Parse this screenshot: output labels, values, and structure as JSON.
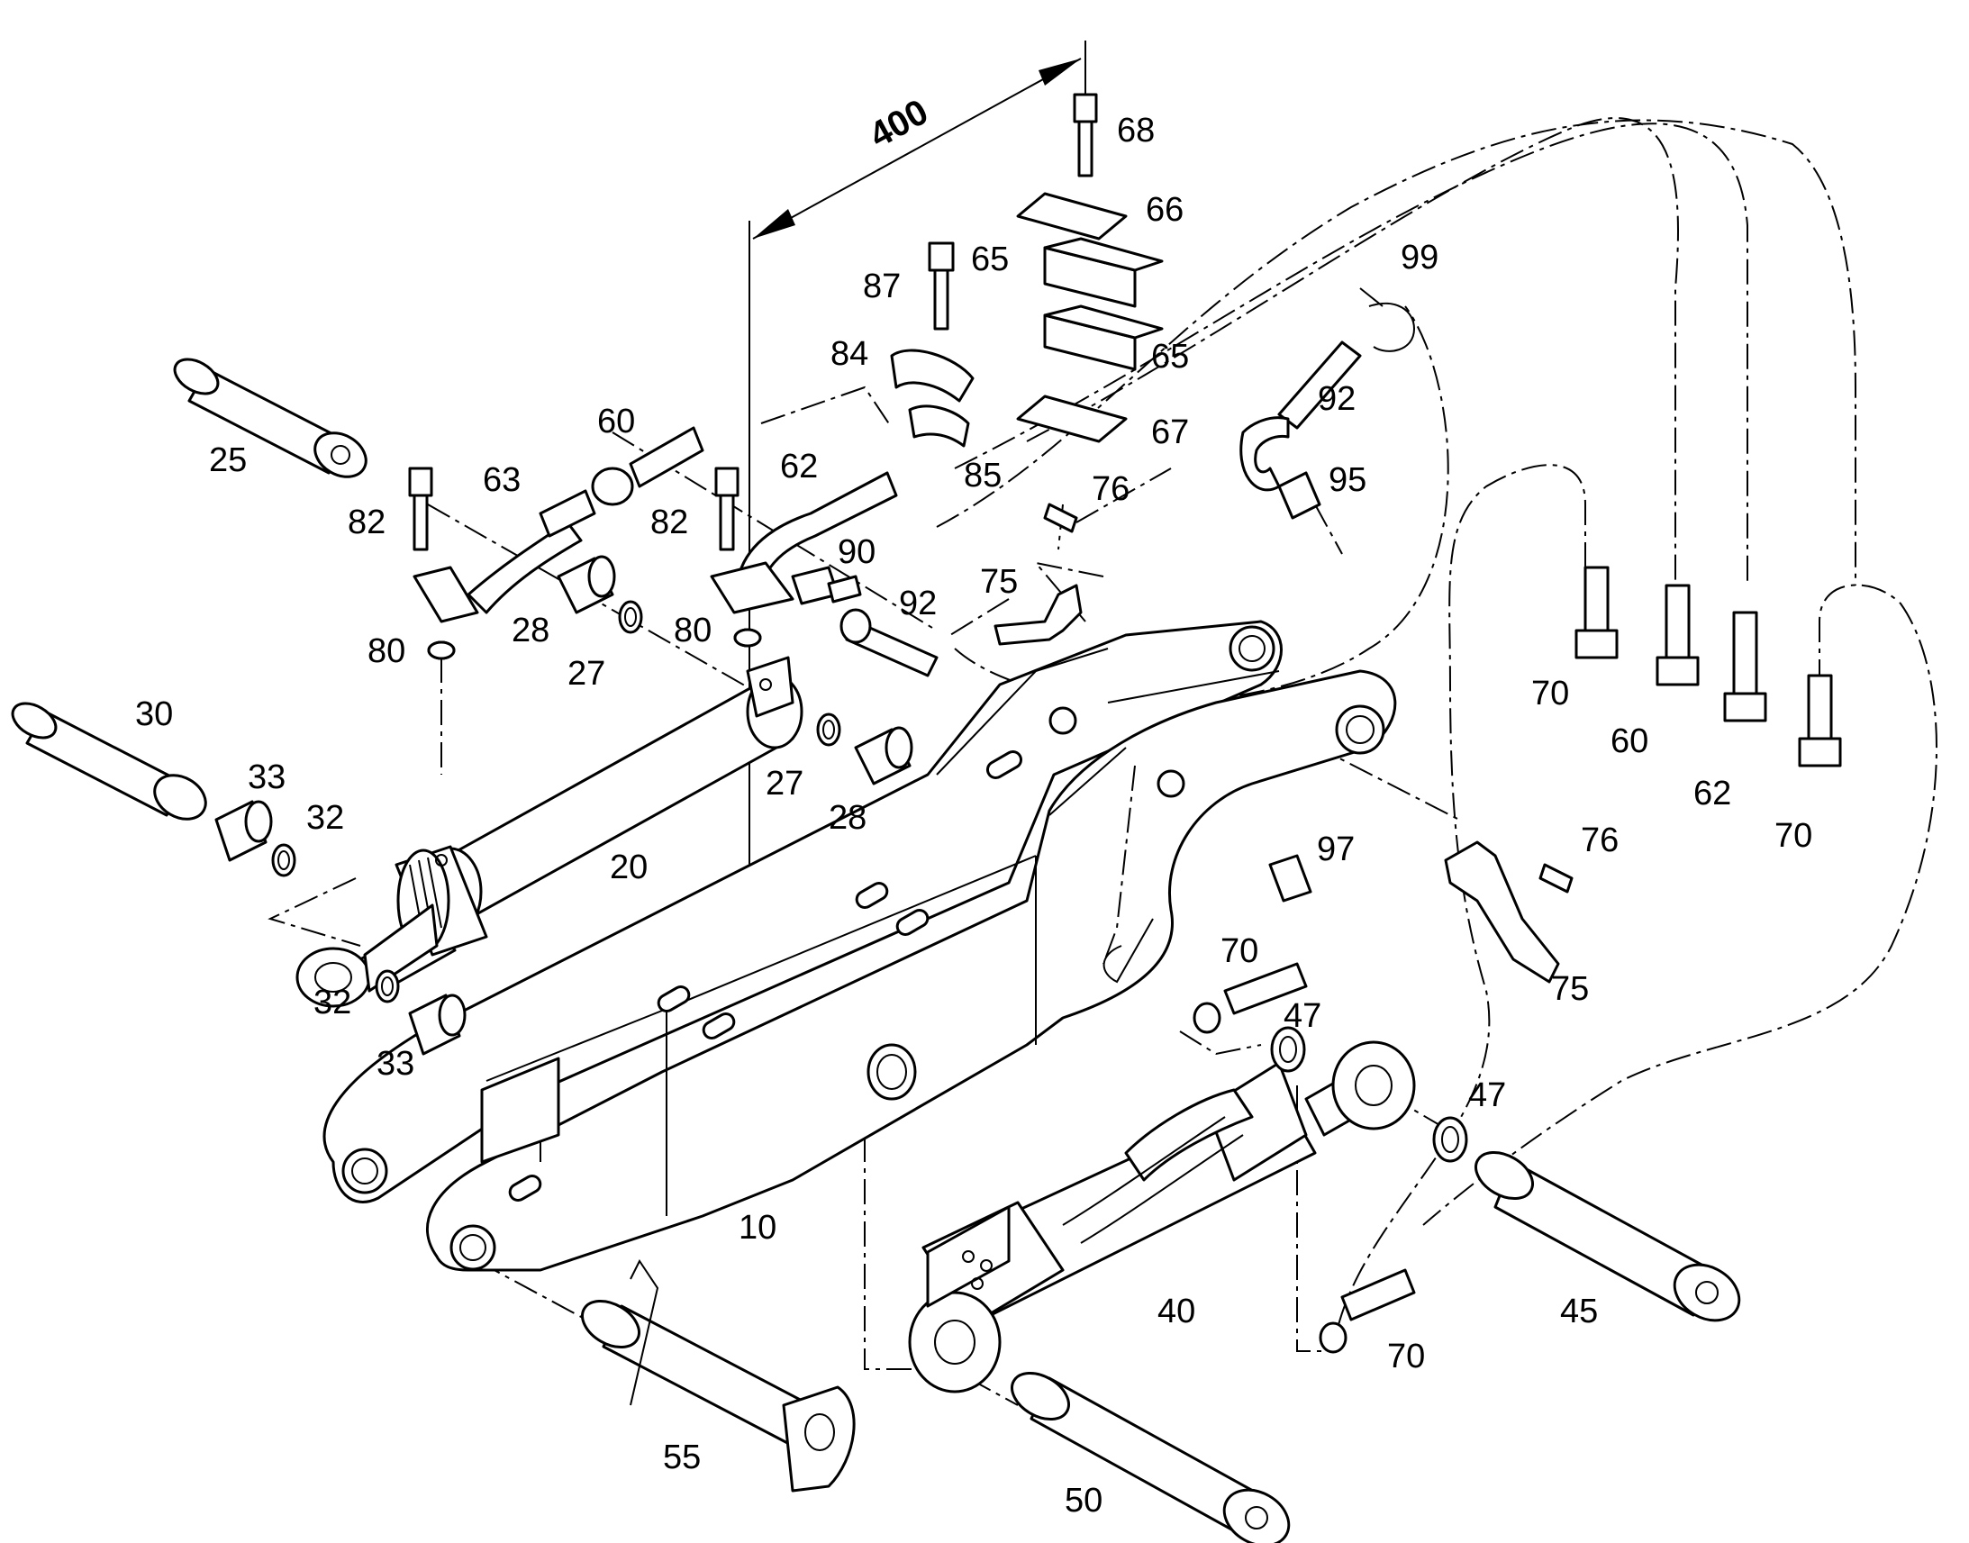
{
  "dimension": {
    "value": "400"
  },
  "callouts": {
    "c10": "10",
    "c20": "20",
    "c25": "25",
    "c27a": "27",
    "c27b": "27",
    "c28a": "28",
    "c28b": "28",
    "c30": "30",
    "c32a": "32",
    "c32b": "32",
    "c33a": "33",
    "c33b": "33",
    "c40": "40",
    "c45": "45",
    "c47a": "47",
    "c47b": "47",
    "c50": "50",
    "c55": "55",
    "c60a": "60",
    "c60b": "60",
    "c62a": "62",
    "c62b": "62",
    "c63": "63",
    "c65a": "65",
    "c65b": "65",
    "c66": "66",
    "c67": "67",
    "c68": "68",
    "c70a": "70",
    "c70b": "70",
    "c70c": "70",
    "c70d": "70",
    "c75a": "75",
    "c75b": "75",
    "c76a": "76",
    "c76b": "76",
    "c80a": "80",
    "c80b": "80",
    "c82a": "82",
    "c82b": "82",
    "c84": "84",
    "c85": "85",
    "c87": "87",
    "c90": "90",
    "c92a": "92",
    "c92b": "92",
    "c95": "95",
    "c97": "97",
    "c99": "99"
  }
}
